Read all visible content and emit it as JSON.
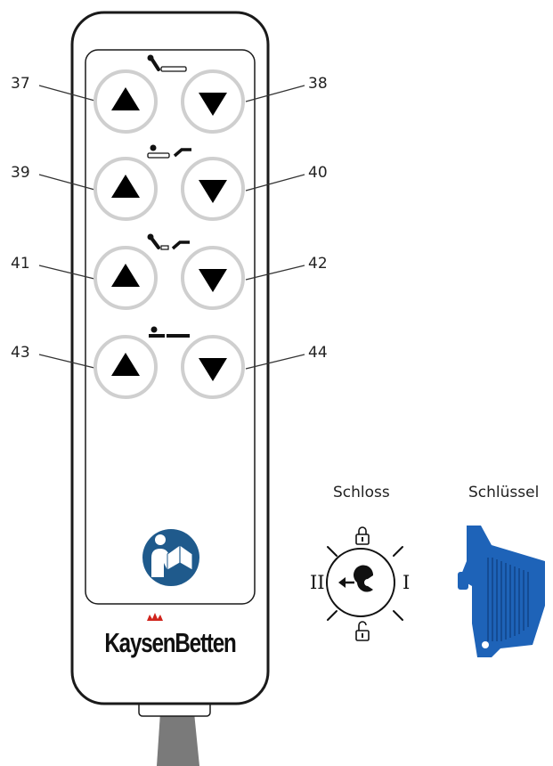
{
  "callouts": {
    "n37": "37",
    "n38": "38",
    "n39": "39",
    "n40": "40",
    "n41": "41",
    "n42": "42",
    "n43": "43",
    "n44": "44"
  },
  "brand": {
    "logo_text": "KaysenBetten"
  },
  "captions": {
    "lock_label": "Schloss",
    "key_label": "Schlüssel",
    "position_2": "II",
    "position_1": "I"
  },
  "colors": {
    "outline": "#1a1a1a",
    "button_ring": "#cfcfcf",
    "manual_icon": "#1f5a8c",
    "key": "#1e63b8",
    "crown": "#d0241c"
  },
  "icons": {
    "row1": "backrest-icon",
    "row2": "leg-rest-icon",
    "row3": "back-and-leg-icon",
    "row4": "bed-height-icon",
    "manual": "read-manual-icon",
    "lock": "lock-dial-icon"
  }
}
